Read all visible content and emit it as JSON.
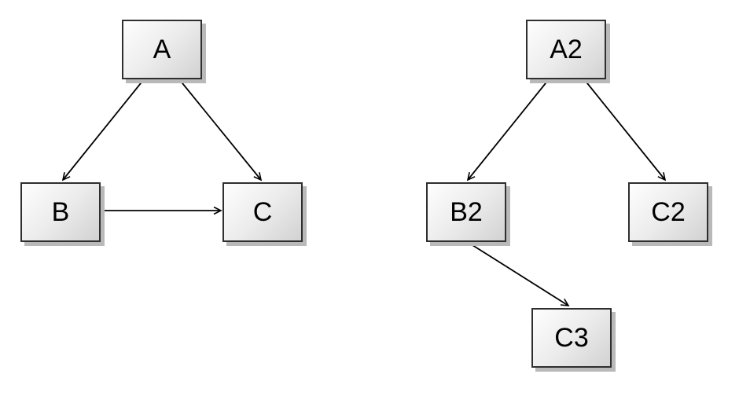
{
  "diagrams": {
    "left": {
      "nodes": [
        {
          "id": "A",
          "label": "A"
        },
        {
          "id": "B",
          "label": "B"
        },
        {
          "id": "C",
          "label": "C"
        }
      ],
      "edges": [
        {
          "from": "A",
          "to": "B"
        },
        {
          "from": "A",
          "to": "C"
        },
        {
          "from": "B",
          "to": "C"
        }
      ]
    },
    "right": {
      "nodes": [
        {
          "id": "A2",
          "label": "A2"
        },
        {
          "id": "B2",
          "label": "B2"
        },
        {
          "id": "C2",
          "label": "C2"
        },
        {
          "id": "C3",
          "label": "C3"
        }
      ],
      "edges": [
        {
          "from": "A2",
          "to": "B2"
        },
        {
          "from": "A2",
          "to": "C2"
        },
        {
          "from": "B2",
          "to": "C3"
        }
      ]
    }
  },
  "colors": {
    "background": "#ffffff",
    "node_fill_light": "#fefefe",
    "node_fill_dark": "#d2d2d2",
    "node_border": "#2f2f2f",
    "node_shadow": "#b9b9b9",
    "edge": "#000000",
    "label_text": "#000000"
  }
}
